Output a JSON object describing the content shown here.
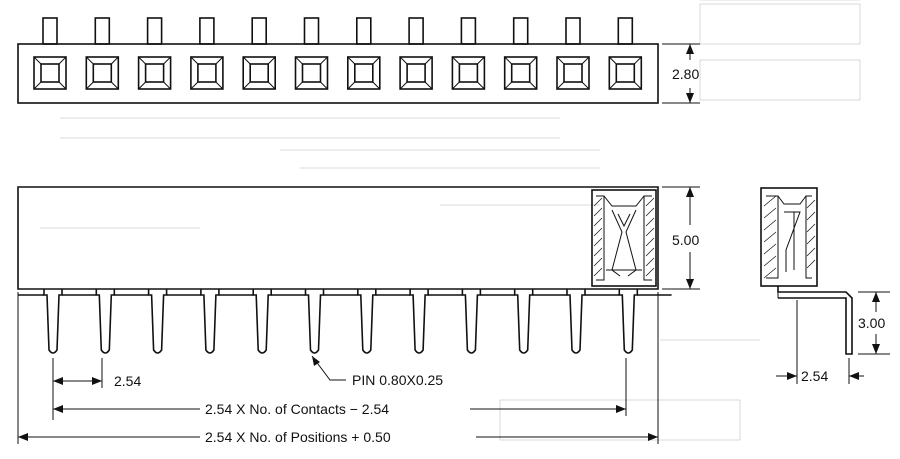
{
  "labels": {
    "height_top": "2.80",
    "height_side": "5.00",
    "pin_length": "3.00",
    "pitch_front": "2.54",
    "pitch_side": "2.54",
    "pin_size": "PIN 0.80X0.25",
    "contacts_formula": "2.54 X No. of Contacts − 2.54",
    "positions_formula": "2.54 X No. of Positions + 0.50"
  },
  "colors": {
    "line": "#111111",
    "ghost": "#cfcfcf"
  }
}
